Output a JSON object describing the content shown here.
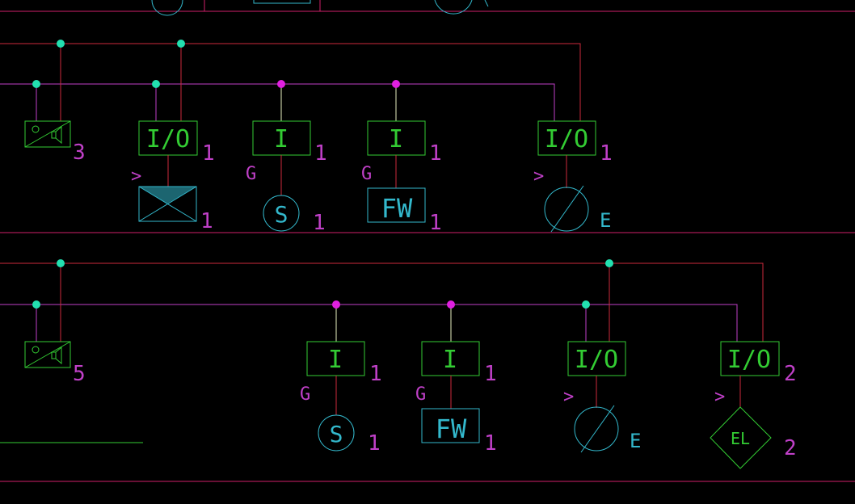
{
  "colors": {
    "background": "#000000",
    "bus_red": "#cc2a3c",
    "bus_magenta": "#c040c8",
    "module_green": "#33cc33",
    "device_cyan": "#33b8cc",
    "node_teal": "#22e0b0",
    "node_magenta": "#e020e0",
    "label_magenta": "#c040c8",
    "stem_light": "#e8f0c0",
    "separator": "#d0206a"
  },
  "icons": [
    "speaker-module-icon",
    "io-module-icon",
    "input-module-icon",
    "damper-icon",
    "smoke-detector-icon",
    "flow-switch-icon",
    "solenoid-valve-icon",
    "electric-lock-icon"
  ],
  "row1": {
    "speaker_count": "3",
    "io_module": {
      "label": "I/O",
      "count": "1",
      "arrow": ">"
    },
    "damper": {
      "count": "1"
    },
    "input_s": {
      "label": "I",
      "count": "1",
      "g": "G"
    },
    "detector_s": {
      "label": "S",
      "count": "1"
    },
    "input_fw": {
      "label": "I",
      "count": "1",
      "g": "G"
    },
    "flow_switch": {
      "label": "FW",
      "count": "1"
    },
    "io_module_e": {
      "label": "I/O",
      "count": "1",
      "arrow": ">"
    },
    "valve": {
      "label": "E"
    }
  },
  "row2": {
    "speaker_count": "5",
    "input_s": {
      "label": "I",
      "count": "1",
      "g": "G"
    },
    "detector_s": {
      "label": "S",
      "count": "1"
    },
    "input_fw": {
      "label": "I",
      "count": "1",
      "g": "G"
    },
    "flow_switch": {
      "label": "FW",
      "count": "1"
    },
    "io_module_e": {
      "label": "I/O",
      "count": "1",
      "arrow": ">"
    },
    "valve": {
      "label": "E"
    },
    "io_module_el": {
      "label": "I/O",
      "count": "2",
      "arrow": ">"
    },
    "lock": {
      "label": "EL",
      "count": "2"
    }
  }
}
